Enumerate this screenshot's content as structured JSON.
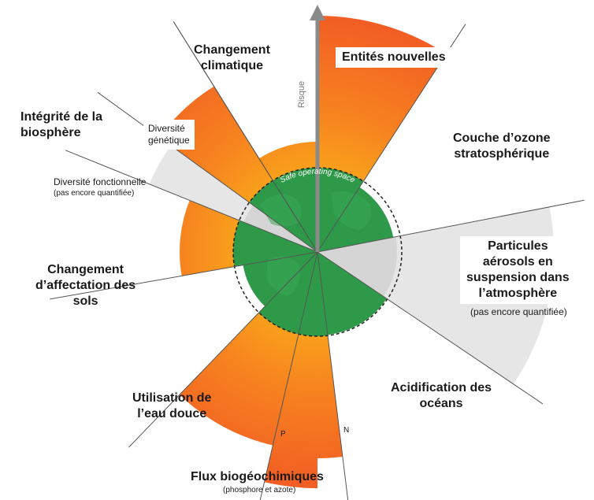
{
  "diagram": {
    "axis_label": "Risque",
    "safe_space_label": "Safe operating space",
    "labels": {
      "climate": "Changement\nclimatique",
      "novel": "Entités nouvelles",
      "ozone": "Couche d’ozone\nstratosphérique",
      "aerosols": "Particules\naérosols en\nsuspension dans\nl’atmosphère",
      "aerosols_note": "(pas encore quantifiée)",
      "ocean": "Acidification des\nocéans",
      "biogeo": "Flux biogéochimiques",
      "biogeo_note": "(phosphore et azote)",
      "phosphorus": "P",
      "nitrogen": "N",
      "freshwater": "Utilisation de\nl’eau douce",
      "land": "Changement\nd’affectation des\nsols",
      "biosphere": "Intégrité de la\nbiosphère",
      "genetic": "Diversité\ngénétique",
      "functional": "Diversité fonctionnelle",
      "functional_note": "(pas encore quantifiée)"
    },
    "colors": {
      "green": "#2e9a49",
      "orange_outer": "#f15a24",
      "orange_inner": "#f9a11b",
      "grey": "#d9d9d9",
      "axis": "#8a8a8a"
    }
  }
}
